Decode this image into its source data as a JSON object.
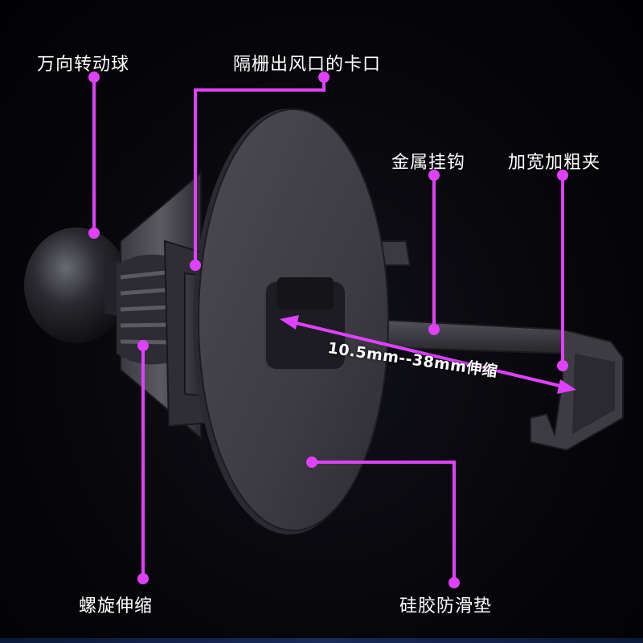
{
  "labels": {
    "ball": "万向转动球",
    "clip_slot": "隔栅出风口的卡口",
    "metal_hook": "金属挂钩",
    "wide_clamp": "加宽加粗夹",
    "range": "10.5mm--38mm伸缩",
    "spiral": "螺旋伸缩",
    "silicone_pad": "硅胶防滑垫"
  },
  "colors": {
    "accent": "#e040ff",
    "label_text": "#ffffff",
    "background": "#05050a"
  }
}
